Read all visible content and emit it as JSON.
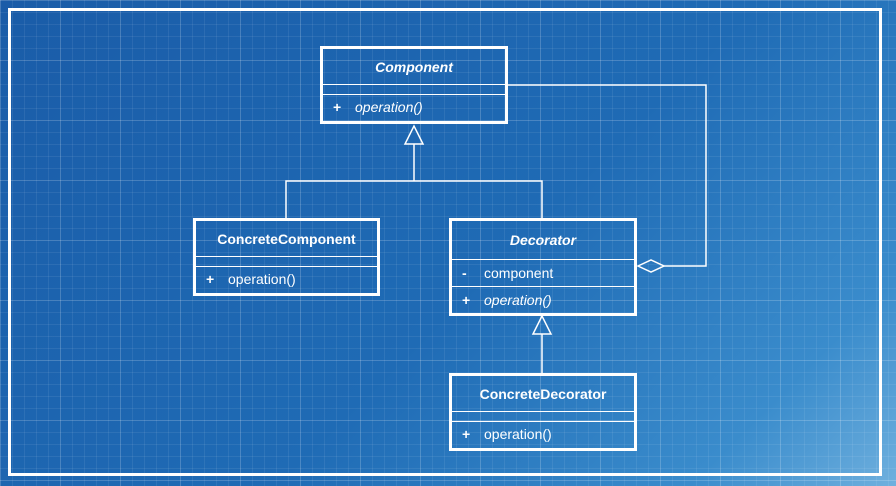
{
  "diagram": {
    "classes": {
      "component": {
        "name": "Component",
        "attributes": [],
        "operations": [
          {
            "visibility": "+",
            "name": "operation()"
          }
        ]
      },
      "concrete_component": {
        "name": "ConcreteComponent",
        "attributes": [],
        "operations": [
          {
            "visibility": "+",
            "name": "operation()"
          }
        ]
      },
      "decorator": {
        "name": "Decorator",
        "attributes": [
          {
            "visibility": "-",
            "name": "component"
          }
        ],
        "operations": [
          {
            "visibility": "+",
            "name": "operation()"
          }
        ]
      },
      "concrete_decorator": {
        "name": "ConcreteDecorator",
        "attributes": [],
        "operations": [
          {
            "visibility": "+",
            "name": "operation()"
          }
        ]
      }
    },
    "colors": {
      "background": "#1f6bb5",
      "line": "#ffffff"
    }
  }
}
